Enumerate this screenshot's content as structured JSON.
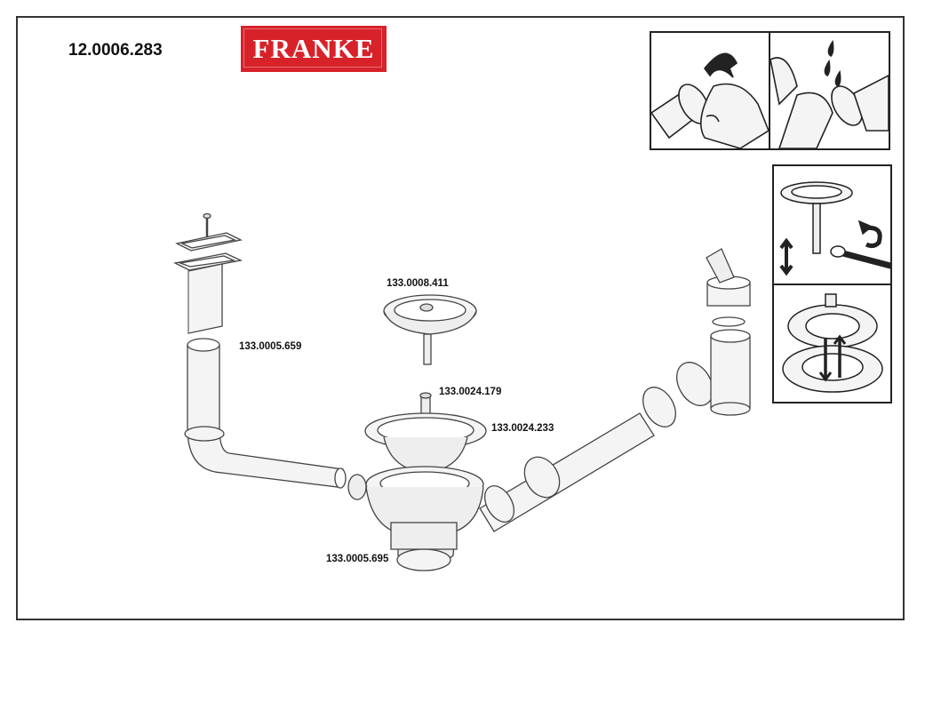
{
  "document": {
    "number": "12.0006.283",
    "brand": "FRANKE",
    "brand_color": "#d8222a"
  },
  "parts": [
    {
      "id": "overflow",
      "label": "133.0005.659"
    },
    {
      "id": "plug",
      "label": "133.0008.411"
    },
    {
      "id": "stem",
      "label": "133.0024.179"
    },
    {
      "id": "strainer",
      "label": "133.0024.233"
    },
    {
      "id": "bowl-outlet",
      "label": "133.0005.695"
    }
  ],
  "icons": [
    "hand-tighten-icon",
    "leak-test-icon",
    "plug-adjust-icon",
    "plug-install-icon"
  ]
}
